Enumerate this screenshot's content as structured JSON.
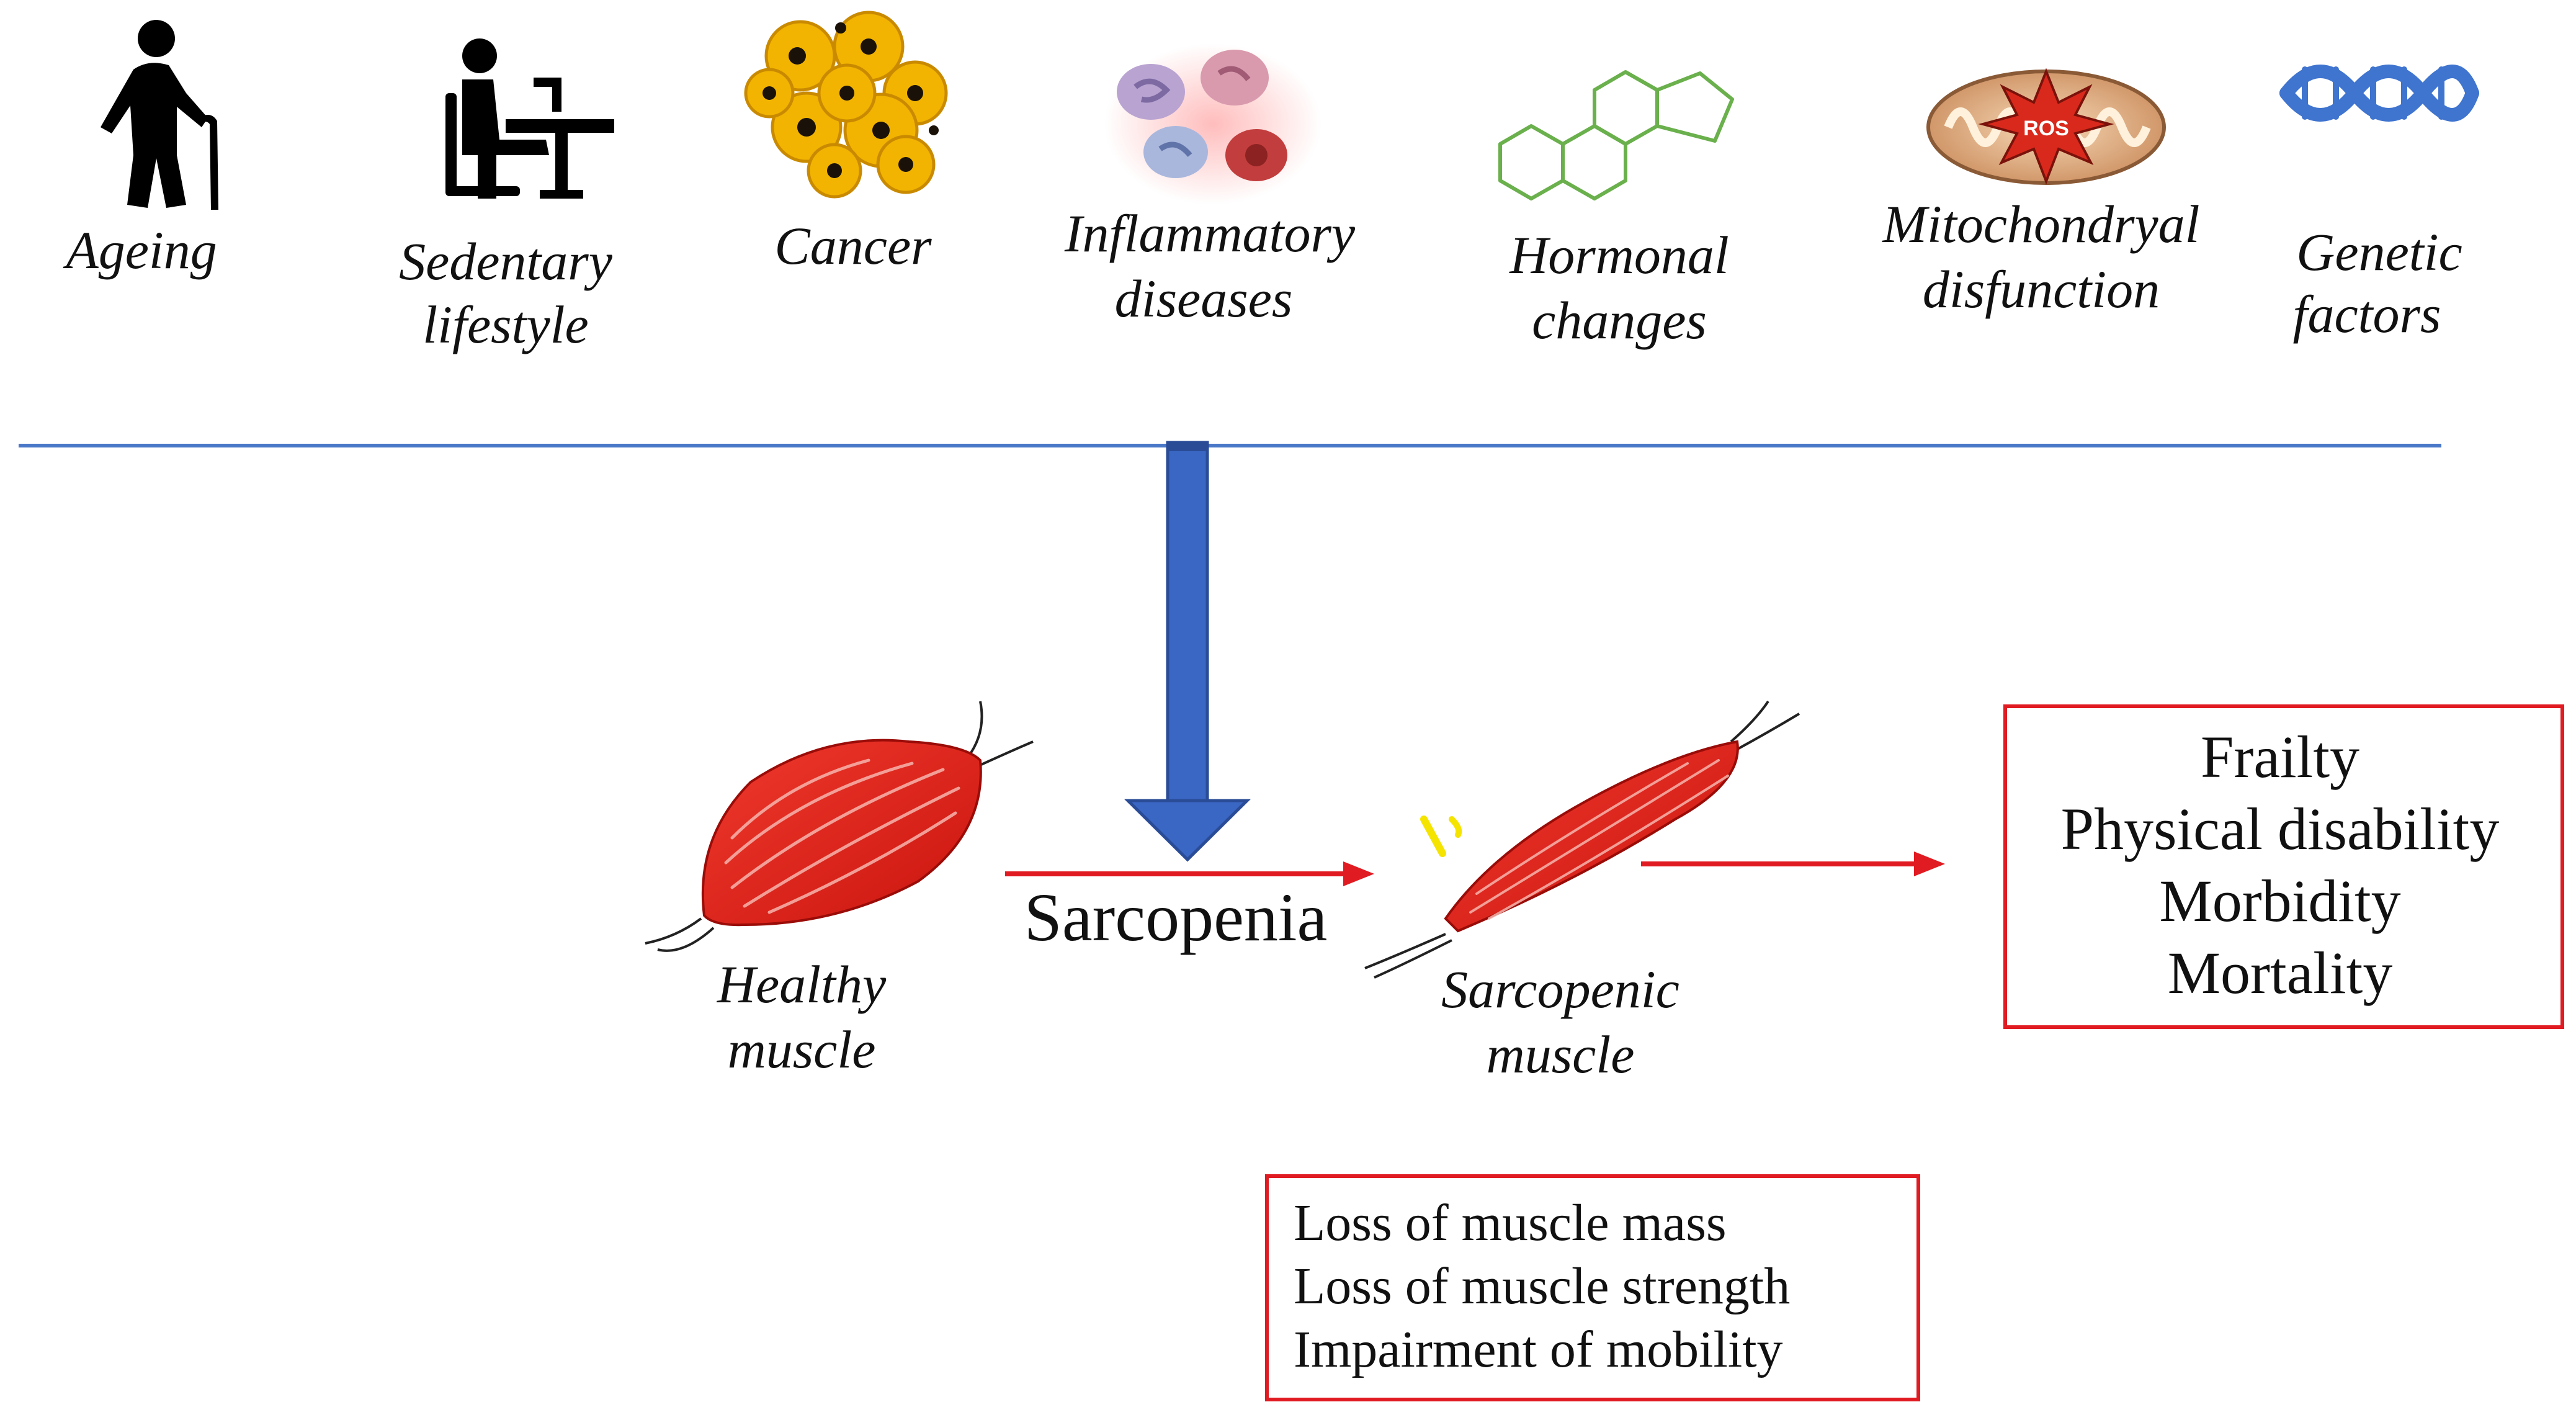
{
  "causes": [
    {
      "line1": "Ageing",
      "line2": "",
      "icon": "elderly-person-with-cane-icon"
    },
    {
      "line1": "Sedentary",
      "line2": "lifestyle",
      "icon": "person-sitting-at-desk-icon"
    },
    {
      "line1": "Cancer",
      "line2": "",
      "icon": "cancer-cells-icon"
    },
    {
      "line1": "Inflammatory",
      "line2": "diseases",
      "icon": "inflammatory-cells-icon"
    },
    {
      "line1": "Hormonal",
      "line2": "changes",
      "icon": "steroid-structure-icon"
    },
    {
      "line1": "Mitochondryal",
      "line2": "disfunction",
      "icon": "mitochondrion-ros-icon"
    },
    {
      "line1": "Genetic",
      "line2": "factors",
      "icon": "dna-helix-icon"
    }
  ],
  "mito_badge": "ROS",
  "healthy_muscle": {
    "line1": "Healthy",
    "line2": "muscle"
  },
  "sarcopenic_muscle": {
    "line1": "Sarcopenic",
    "line2": "muscle"
  },
  "process_label": "Sarcopenia",
  "outcomes": [
    "Frailty",
    "Physical disability",
    "Morbidity",
    "Mortality"
  ],
  "features": [
    "Loss of muscle mass",
    "Loss of muscle strength",
    "Impairment of mobility"
  ],
  "colors": {
    "divider": "#4a78c8",
    "down_arrow": "#3a66c4",
    "red": "#e11b22",
    "muscle": "#e3251f",
    "hormone": "#6ab04c",
    "dna": "#3f74cf",
    "cancer": "#f2b400"
  }
}
